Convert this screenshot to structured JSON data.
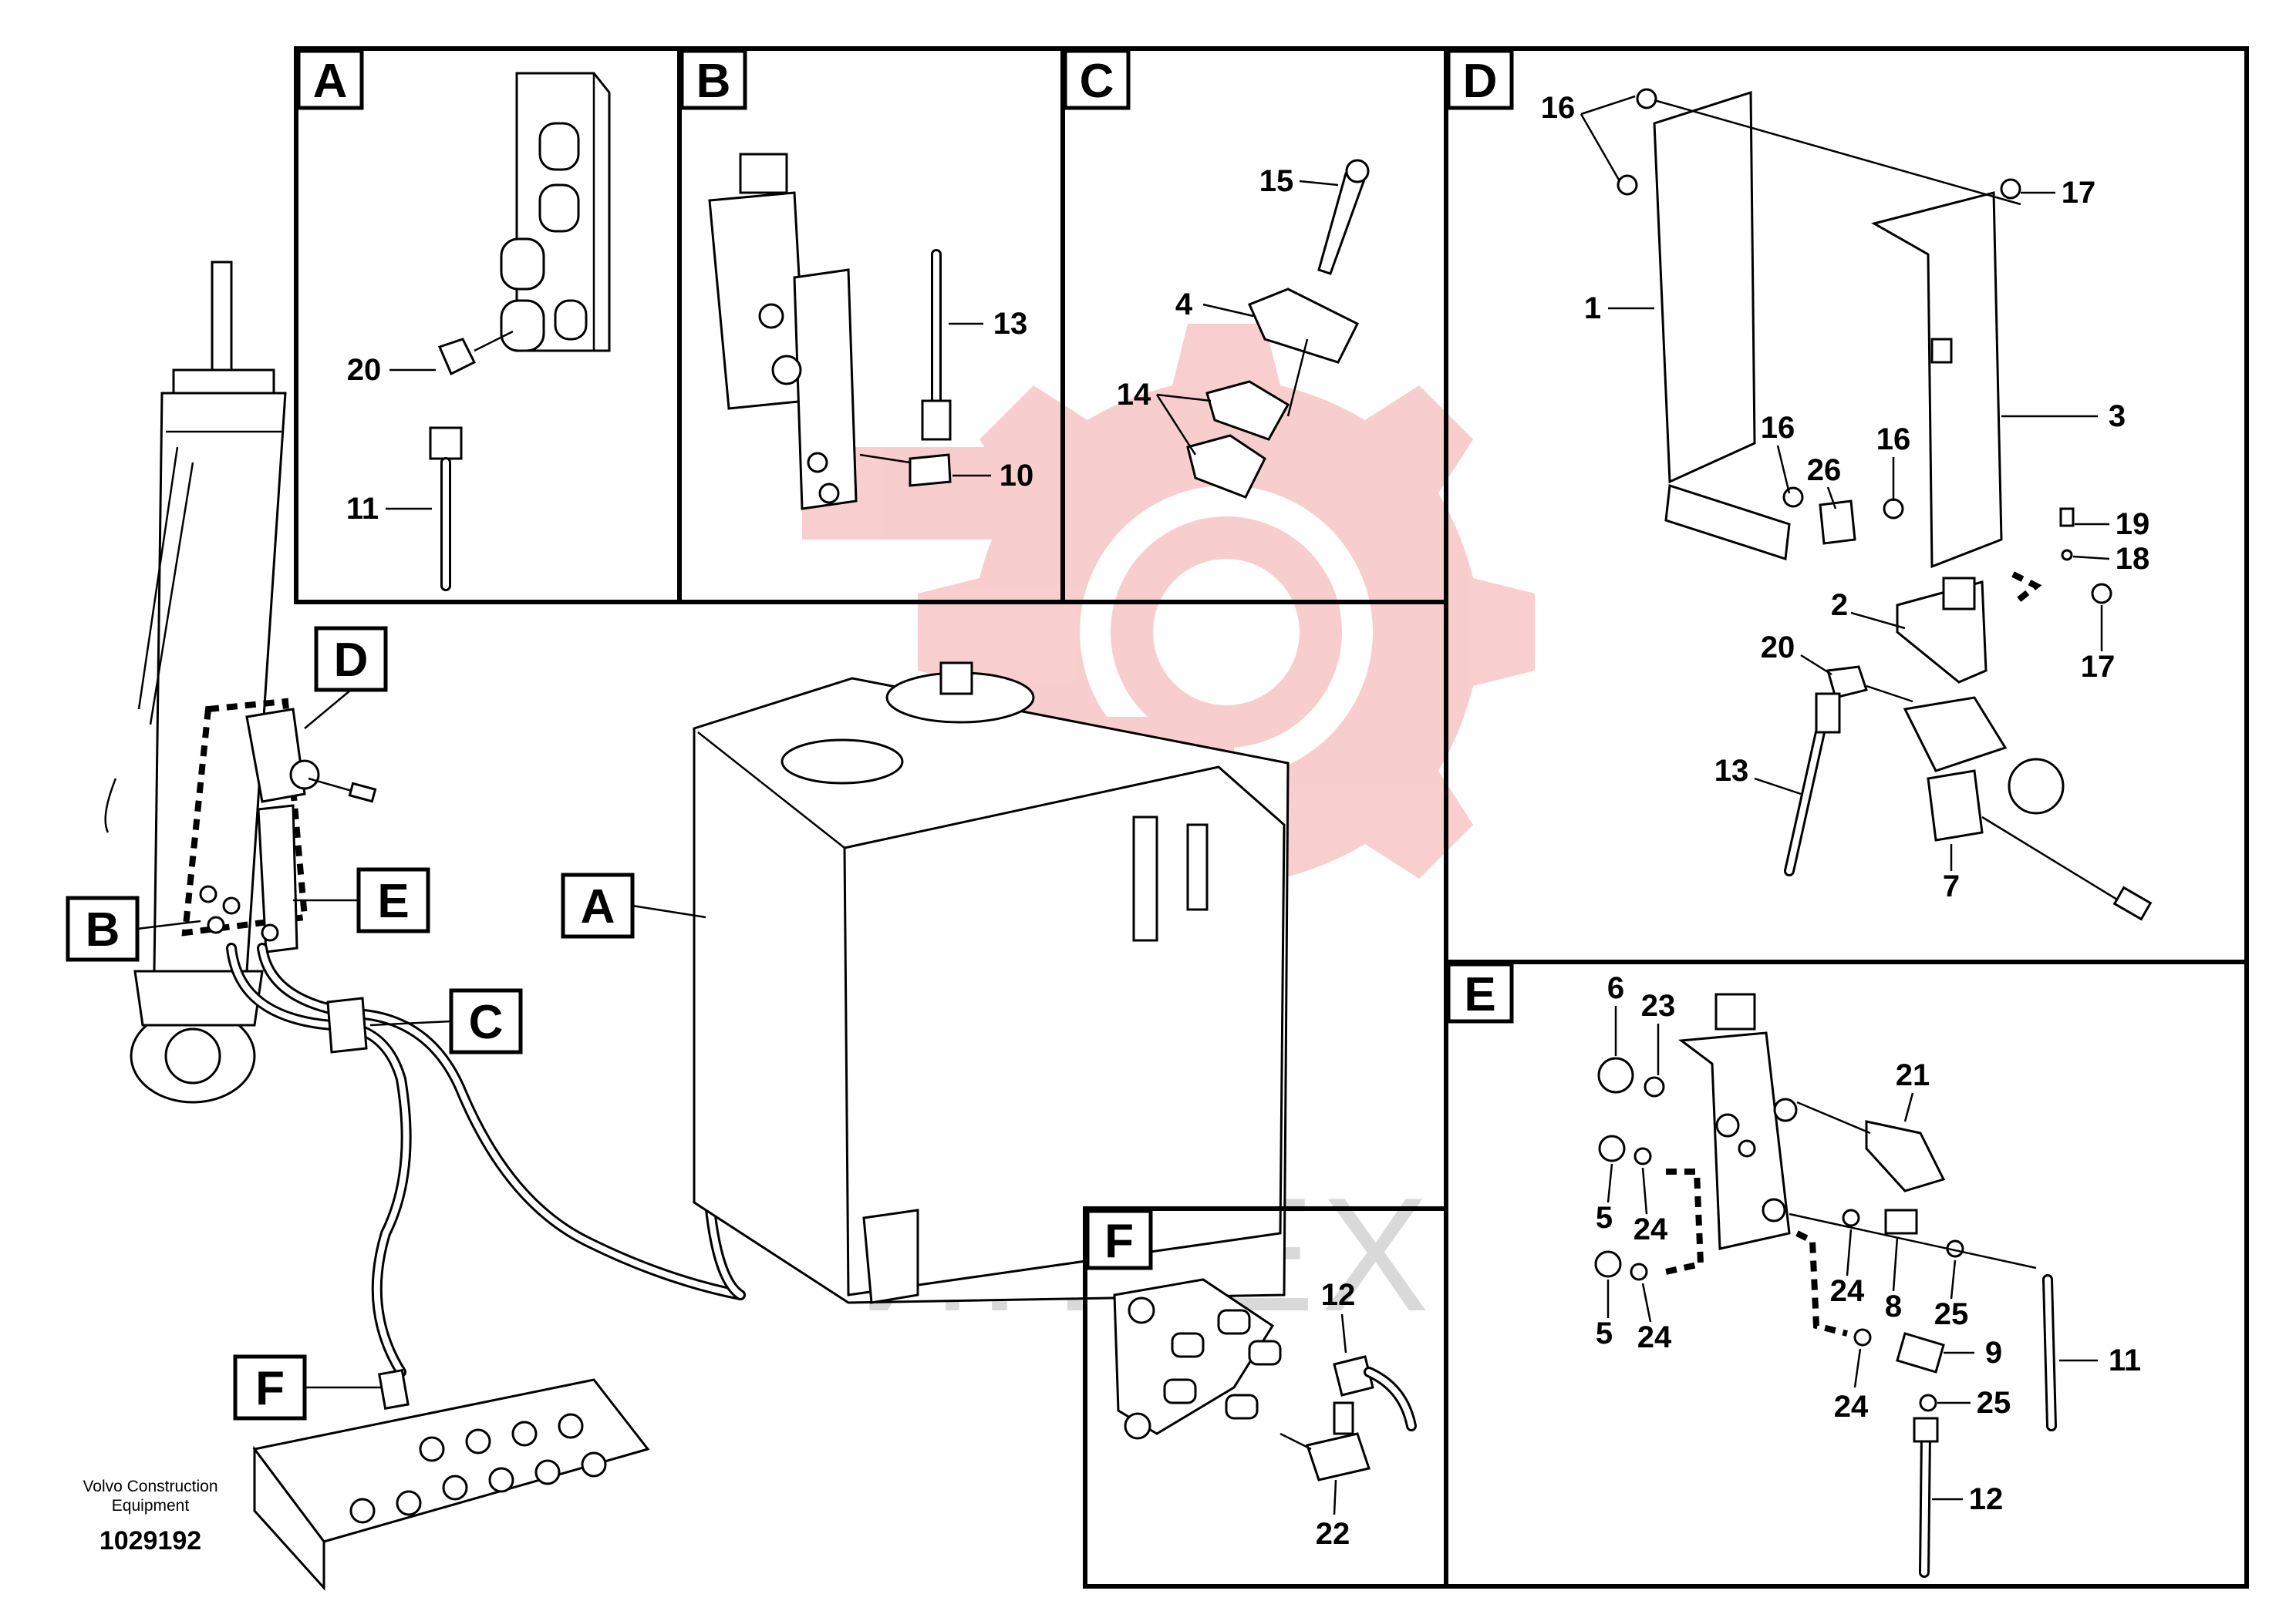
{
  "drawing": {
    "credit_line1": "Volvo Construction",
    "credit_line2": "Equipment",
    "doc_number": "1029192"
  },
  "watermark": {
    "text": "ИНТЕХ",
    "gear_color": "#f4a6a6",
    "text_color": "#d9d9d9"
  },
  "panels": {
    "A": {
      "letter": "A",
      "callouts": {
        "p20": "20",
        "p11": "11"
      }
    },
    "B": {
      "letter": "B",
      "callouts": {
        "p13": "13",
        "p10": "10"
      }
    },
    "C": {
      "letter": "C",
      "callouts": {
        "p15": "15",
        "p4": "4",
        "p14": "14"
      }
    },
    "D": {
      "letter": "D",
      "callouts": {
        "p16a": "16",
        "p17a": "17",
        "p1": "1",
        "p3": "3",
        "p16b": "16",
        "p26": "26",
        "p16c": "16",
        "p19": "19",
        "p18": "18",
        "p2": "2",
        "p17b": "17",
        "p20": "20",
        "p13": "13",
        "p7": "7"
      }
    },
    "E": {
      "letter": "E",
      "callouts": {
        "p6": "6",
        "p23": "23",
        "p21": "21",
        "p5a": "5",
        "p24a": "24",
        "p24b": "24",
        "p8": "8",
        "p25a": "25",
        "p5b": "5",
        "p24c": "24",
        "p9": "9",
        "p11": "11",
        "p24d": "24",
        "p25b": "25",
        "p12": "12"
      }
    },
    "F": {
      "letter": "F",
      "callouts": {
        "p12": "12",
        "p22": "22"
      }
    }
  },
  "overview_tags": {
    "A": "A",
    "B": "B",
    "C": "C",
    "D": "D",
    "E": "E",
    "F": "F"
  }
}
